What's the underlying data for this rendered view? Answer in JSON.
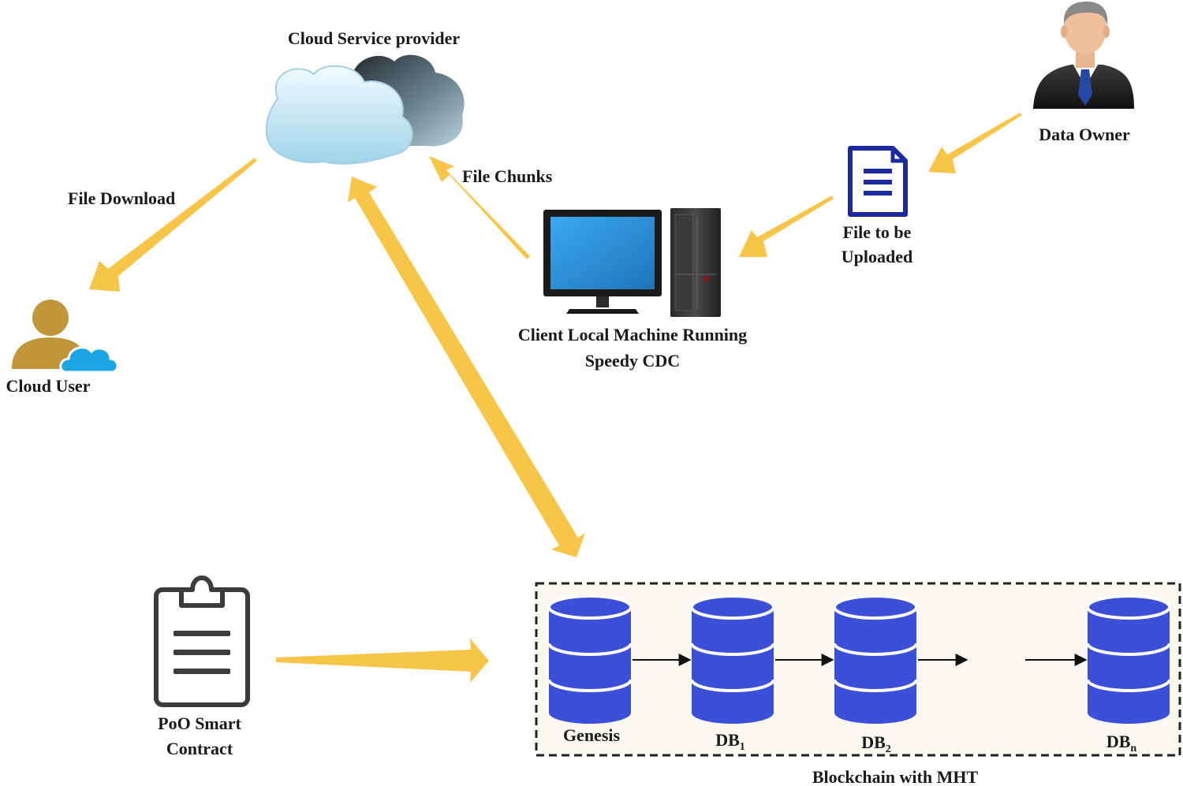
{
  "nodes": {
    "cloud_provider": {
      "label": "Cloud Service provider"
    },
    "data_owner": {
      "label": "Data Owner"
    },
    "file_upload": {
      "label_line1": "File to be",
      "label_line2": "Uploaded"
    },
    "client_machine": {
      "label_line1": "Client Local Machine Running",
      "label_line2": "Speedy CDC"
    },
    "cloud_user": {
      "label": "Cloud User"
    },
    "smart_contract": {
      "label_line1": "PoO Smart",
      "label_line2": "Contract"
    }
  },
  "edges": {
    "file_download": {
      "label": "File Download"
    },
    "file_chunks": {
      "label": "File Chunks"
    }
  },
  "blockchain": {
    "title": "Blockchain with MHT",
    "blocks": [
      {
        "base": "Genesis",
        "sub": ""
      },
      {
        "base": "DB",
        "sub": "1"
      },
      {
        "base": "DB",
        "sub": "2"
      },
      {
        "base": "DB",
        "sub": "n"
      }
    ]
  },
  "colors": {
    "arrow": "#f7c548",
    "database": "#3b4fd8",
    "document": "#1c2aa0",
    "blockchain_bg": "#fbf8f1"
  }
}
